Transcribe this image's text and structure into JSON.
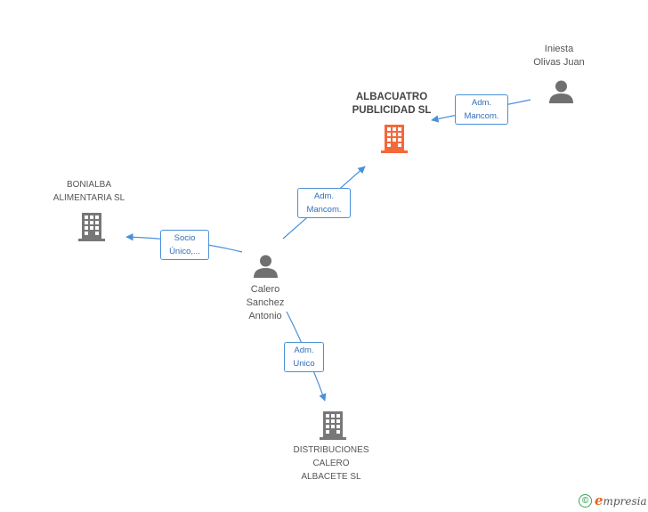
{
  "nodes": {
    "albacuatro": {
      "lines": [
        "ALBACUATRO",
        "PUBLICIDAD SL"
      ],
      "type": "company",
      "highlight": true
    },
    "bonialba": {
      "lines": [
        "BONIALBA",
        "ALIMENTARIA SL"
      ],
      "type": "company"
    },
    "distribuciones": {
      "lines": [
        "DISTRIBUCIONES",
        "CALERO",
        "ALBACETE SL"
      ],
      "type": "company"
    },
    "calero": {
      "lines": [
        "Calero",
        "Sanchez",
        "Antonio"
      ],
      "type": "person"
    },
    "iniesta": {
      "lines": [
        "Iniesta",
        "Olivas Juan"
      ],
      "type": "person"
    }
  },
  "edges": {
    "iniesta_albacuatro": {
      "lines": [
        "Adm.",
        "Mancom."
      ]
    },
    "calero_albacuatro": {
      "lines": [
        "Adm.",
        "Mancom."
      ]
    },
    "calero_bonialba": {
      "lines": [
        "Socio",
        "Único,..."
      ]
    },
    "calero_distribuciones": {
      "lines": [
        "Adm.",
        "Unico"
      ]
    }
  },
  "colors": {
    "highlight_company": "#f4683a",
    "company": "#777777",
    "person": "#707070",
    "edge": "#4a90d9"
  },
  "footer": {
    "copyright_symbol": "©",
    "brand_initial": "e",
    "brand_rest": "mpresia"
  }
}
